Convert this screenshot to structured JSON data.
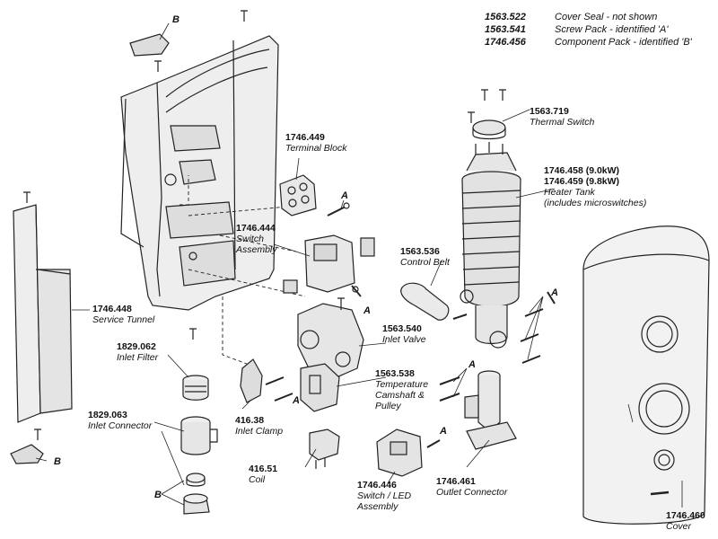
{
  "notes": [
    {
      "code": "1563.522",
      "text": "Cover Seal -  not shown"
    },
    {
      "code": "1563.541",
      "text": "Screw Pack - identified 'A'"
    },
    {
      "code": "1746.456",
      "text": "Component Pack - identified 'B'"
    }
  ],
  "parts": {
    "thermal_switch": {
      "code": "1563.719",
      "name": "Thermal Switch"
    },
    "heater_tank": {
      "code1": "1746.458 (9.0kW)",
      "code2": "1746.459 (9.8kW)",
      "name1": "Heater Tank",
      "name2": "(includes microswitches)"
    },
    "terminal_block": {
      "code": "1746.449",
      "name": "Terminal Block"
    },
    "switch_assembly": {
      "code": "1746.444",
      "name1": "Switch",
      "name2": "Assembly"
    },
    "control_belt": {
      "code": "1563.536",
      "name": "Control Belt"
    },
    "service_tunnel": {
      "code": "1746.448",
      "name": "Service Tunnel"
    },
    "inlet_valve": {
      "code": "1563.540",
      "name": "Inlet Valve"
    },
    "inlet_filter": {
      "code": "1829.062",
      "name": "Inlet Filter"
    },
    "camshaft": {
      "code": "1563.538",
      "name1": "Temperature",
      "name2": "Camshaft &",
      "name3": "Pulley"
    },
    "inlet_connector": {
      "code": "1829.063",
      "name": "Inlet Connector"
    },
    "inlet_clamp": {
      "code": "416.38",
      "name": "Inlet Clamp"
    },
    "coil": {
      "code": "416.51",
      "name": "Coil"
    },
    "switch_led": {
      "code": "1746.446",
      "name1": "Switch / LED",
      "name2": "Assembly"
    },
    "outlet_connector": {
      "code": "1746.461",
      "name": "Outlet Connector"
    },
    "cover": {
      "code": "1746.460",
      "name": "Cover"
    }
  },
  "refs": {
    "a": "A",
    "b": "B"
  }
}
